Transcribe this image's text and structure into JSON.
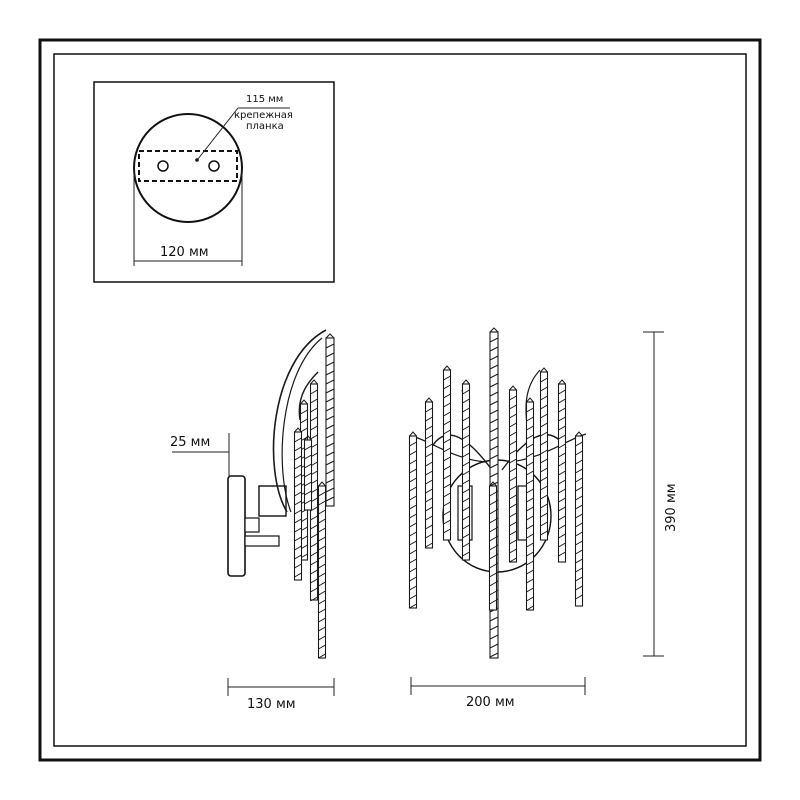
{
  "inset": {
    "dim_top": "115 мм",
    "note_line1": "крепежная",
    "note_line2": "планка",
    "dim_bottom": "120 мм"
  },
  "side_view": {
    "depth_small": "25 мм",
    "width": "130 мм"
  },
  "front_view": {
    "width": "200 мм",
    "height": "390 мм"
  }
}
